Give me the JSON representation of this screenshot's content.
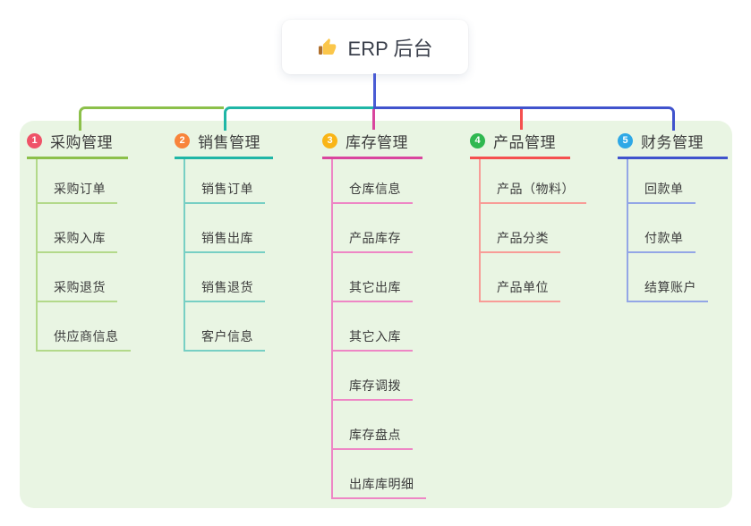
{
  "root": {
    "title": "ERP 后台",
    "icon": "thumbs-up-icon",
    "icon_color": "#fbc64a",
    "icon_cuff_color": "#b06f2c",
    "line_color": "#4a5cd4"
  },
  "canvas": {
    "background_color": "#e9f5e3"
  },
  "branches": [
    {
      "number": "1",
      "label": "采购管理",
      "color": "#8cc04a",
      "light_color": "#b3d98a",
      "badge_color": "#ef5368",
      "children": [
        "采购订单",
        "采购入库",
        "采购退货",
        "供应商信息"
      ]
    },
    {
      "number": "2",
      "label": "销售管理",
      "color": "#1fb6a6",
      "light_color": "#77cfc4",
      "badge_color": "#f8843b",
      "children": [
        "销售订单",
        "销售出库",
        "销售退货",
        "客户信息"
      ]
    },
    {
      "number": "3",
      "label": "库存管理",
      "color": "#d9459e",
      "light_color": "#ee86c5",
      "badge_color": "#f9b517",
      "children": [
        "仓库信息",
        "产品库存",
        "其它出库",
        "其它入库",
        "库存调拨",
        "库存盘点",
        "出库库明细"
      ]
    },
    {
      "number": "4",
      "label": "产品管理",
      "color": "#f5504f",
      "light_color": "#f89c97",
      "badge_color": "#2fb850",
      "children": [
        "产品（物料）",
        "产品分类",
        "产品单位"
      ]
    },
    {
      "number": "5",
      "label": "财务管理",
      "color": "#4053cd",
      "light_color": "#93a6e6",
      "badge_color": "#2ea8e6",
      "children": [
        "回款单",
        "付款单",
        "结算账户"
      ]
    }
  ]
}
